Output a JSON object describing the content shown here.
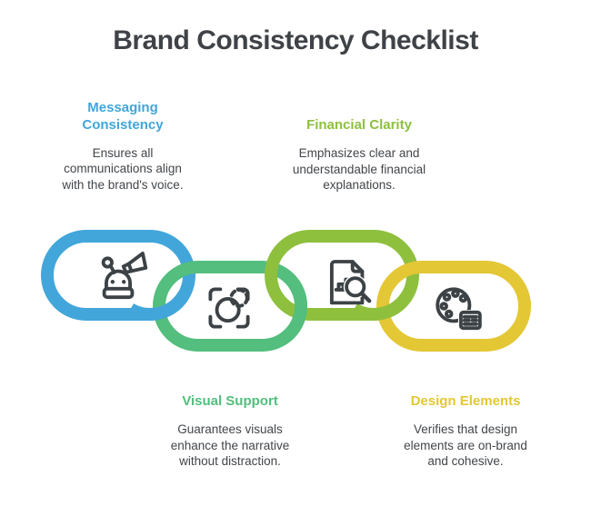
{
  "title": "Brand Consistency Checklist",
  "background": "#ffffff",
  "title_color": "#3f4347",
  "body_text_color": "#42464a",
  "icon_color": "#3c4245",
  "items": [
    {
      "label": "Messaging Consistency",
      "description": "Ensures all communications align with the brand's voice.",
      "color": "#42a6da",
      "icon": "robot-megaphone-icon",
      "link_position": "top-row",
      "label_position": "top-left"
    },
    {
      "label": "Visual Support",
      "description": "Guarantees visuals enhance the narrative without distraction.",
      "color": "#53be7d",
      "icon": "focus-frame-icon",
      "link_position": "bottom-row",
      "label_position": "bottom-left"
    },
    {
      "label": "Financial Clarity",
      "description": "Emphasizes clear and understandable financial explanations.",
      "color": "#8ec03d",
      "icon": "document-chart-magnifier-icon",
      "link_position": "top-row",
      "label_position": "top-center"
    },
    {
      "label": "Design Elements",
      "description": "Verifies that design elements are on-brand and cohesive.",
      "color": "#e3c735",
      "icon": "palette-card-icon",
      "link_position": "bottom-row",
      "label_position": "bottom-right"
    }
  ]
}
